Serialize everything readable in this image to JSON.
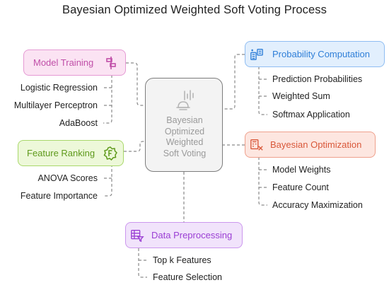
{
  "title": "Bayesian Optimized Weighted Soft Voting Process",
  "center": {
    "label": "Bayesian\nOptimized\nWeighted\nSoft Voting",
    "icon": "hand-wave-icon"
  },
  "nodes": {
    "model_training": {
      "label": "Model Training",
      "icon": "split-icon",
      "color": "#c04fa8",
      "fill": "#fbe3f3",
      "border": "#e59ad4",
      "items": [
        "Logistic Regression",
        "Multilayer Perceptron",
        "AdaBoost"
      ]
    },
    "feature_ranking": {
      "label": "Feature Ranking",
      "icon": "badge-f-icon",
      "color": "#5f9a1c",
      "fill": "#edf8d9",
      "border": "#a9d86b",
      "items": [
        "ANOVA Scores",
        "Feature Importance"
      ]
    },
    "probability_computation": {
      "label": "Probability Computation",
      "icon": "calculator-icon",
      "color": "#2f7fd8",
      "fill": "#e2effd",
      "border": "#8fbdf2",
      "items": [
        "Prediction Probabilities",
        "Weighted Sum",
        "Softmax Application"
      ]
    },
    "bayesian_optimization": {
      "label": "Bayesian Optimization",
      "icon": "calc-x-icon",
      "color": "#d9583a",
      "fill": "#fde6e0",
      "border": "#efa08c",
      "items": [
        "Model Weights",
        "Feature Count",
        "Accuracy Maximization"
      ]
    },
    "data_preprocessing": {
      "label": "Data Preprocessing",
      "icon": "table-filter-icon",
      "color": "#9b3fd4",
      "fill": "#f1e3fb",
      "border": "#cc97ee",
      "items": [
        "Top k Features",
        "Feature Selection"
      ]
    }
  }
}
